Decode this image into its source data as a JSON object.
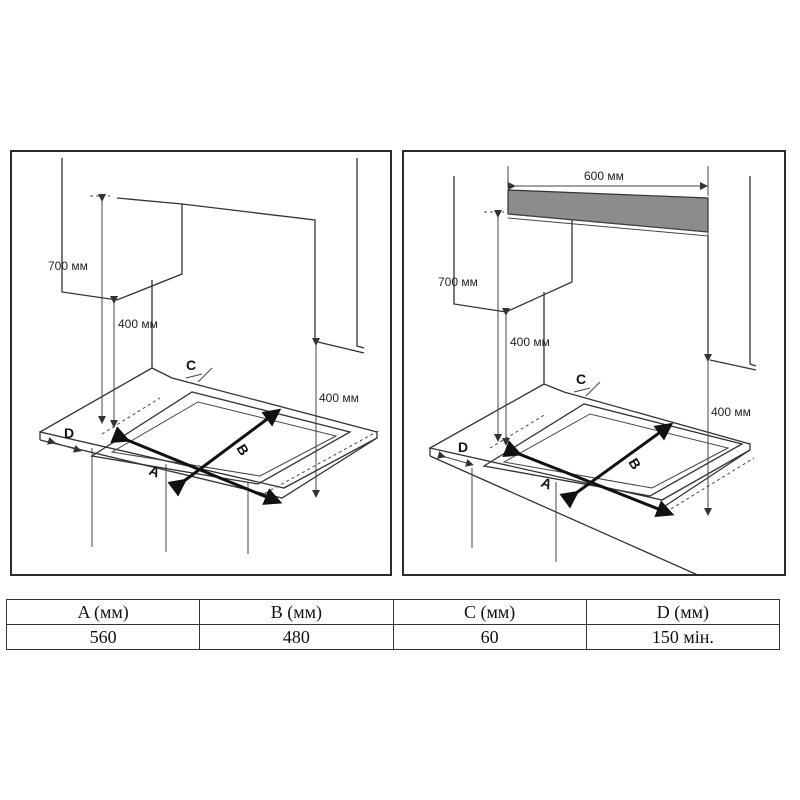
{
  "left_diagram": {
    "label_700": "700 мм",
    "label_400_left": "400 мм",
    "label_400_right": "400 мм",
    "label_a": "A",
    "label_b": "B",
    "label_c": "C",
    "label_d": "D"
  },
  "right_diagram": {
    "label_600": "600 мм",
    "label_700": "700 мм",
    "label_400_left": "400 мм",
    "label_400_right": "400 мм",
    "label_a": "A",
    "label_b": "B",
    "label_c": "C",
    "label_d": "D",
    "hood_color": "#8c8c8c"
  },
  "table": {
    "headers": [
      "A (мм)",
      "B (мм)",
      "C (мм)",
      "D (мм)"
    ],
    "values": [
      "560",
      "480",
      "60",
      "150 мін."
    ]
  }
}
